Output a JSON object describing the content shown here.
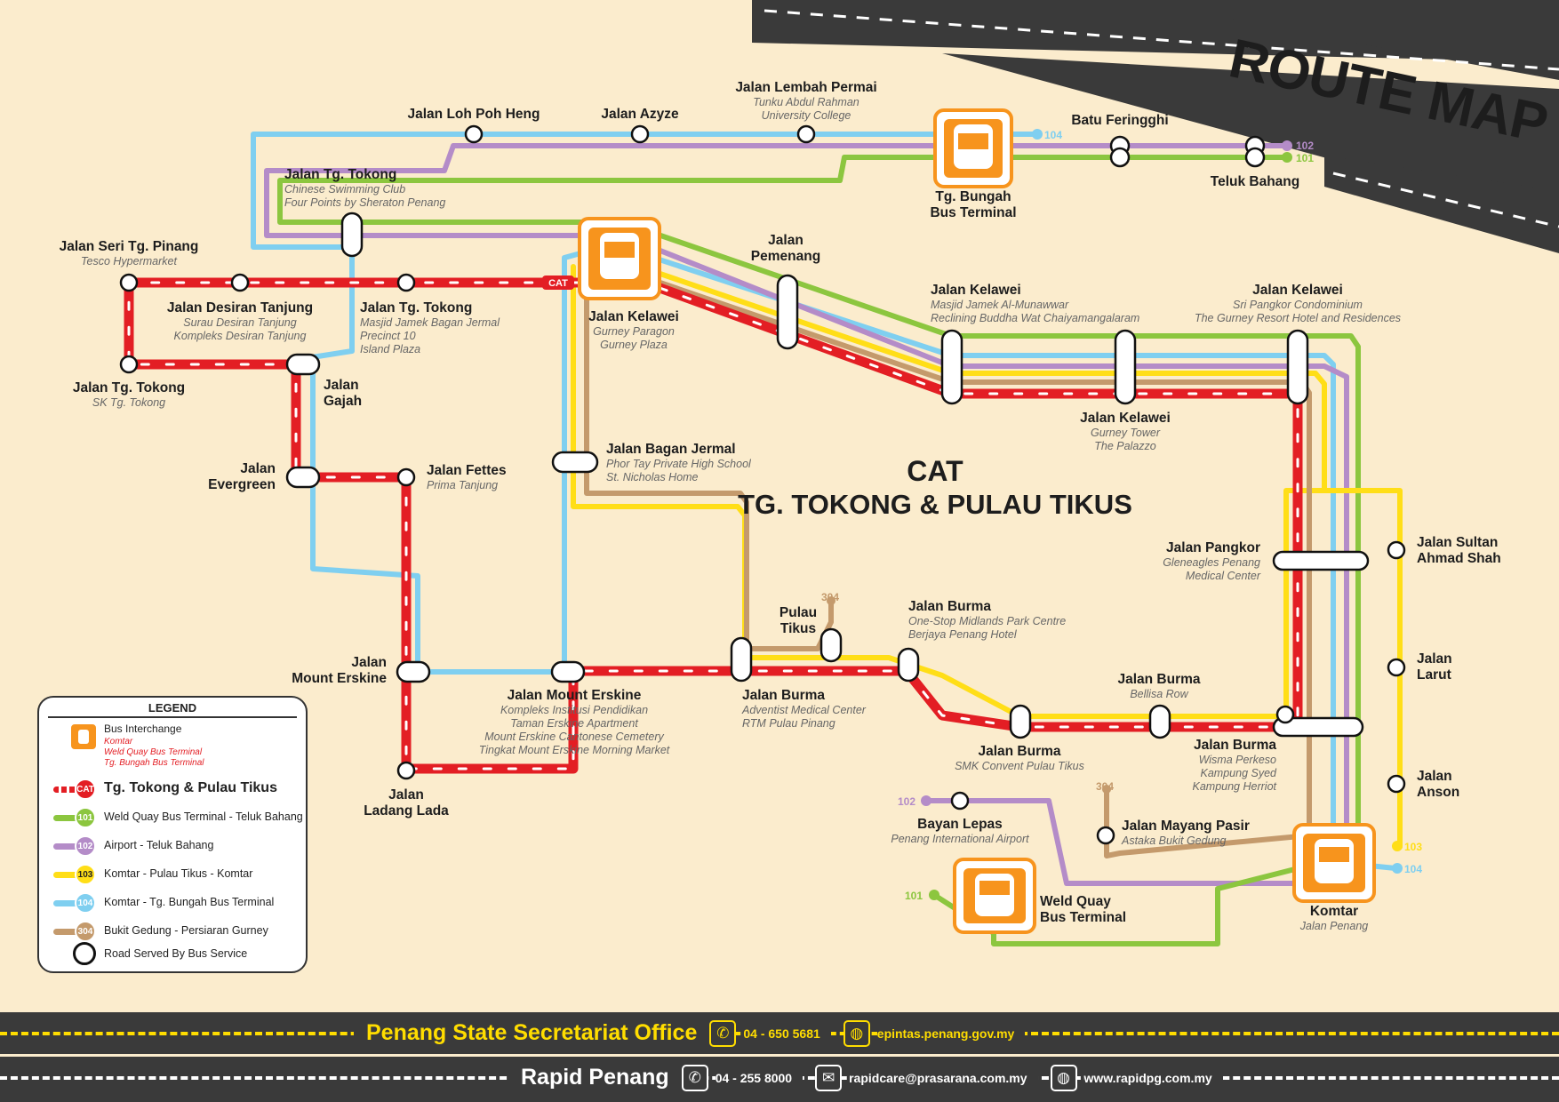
{
  "title": "ROUTE MAP",
  "center_title": {
    "line1": "CAT",
    "line2": "TG. TOKONG & PULAU TIKUS"
  },
  "colors": {
    "cat": "#e31e24",
    "r101": "#8cc63f",
    "r102": "#b48cc8",
    "r103": "#ffde17",
    "r104": "#7fcff0",
    "r304": "#c49a6c",
    "interchange": "#f7941d",
    "background": "#fbeccd",
    "road": "#3a3a3a"
  },
  "route_tags": {
    "r101": "101",
    "r102": "102",
    "r103": "103",
    "r104": "104",
    "r304": "304",
    "cat": "CAT"
  },
  "stops": {
    "loh_poh_heng": {
      "name": "Jalan Loh Poh Heng"
    },
    "azyze": {
      "name": "Jalan Azyze"
    },
    "lembah_permai": {
      "name": "Jalan Lembah Permai",
      "sub": [
        "Tunku Abdul Rahman",
        "University College"
      ]
    },
    "batu_feringghi": {
      "name": "Batu Feringghi"
    },
    "teluk_bahang": {
      "name": "Teluk Bahang"
    },
    "tg_bungah": {
      "name": [
        "Tg. Bungah",
        "Bus Terminal"
      ]
    },
    "tg_tokong_top": {
      "name": "Jalan Tg. Tokong",
      "sub": [
        "Chinese Swimming Club",
        "Four Points by Sheraton Penang"
      ]
    },
    "seri_tg_pinang": {
      "name": "Jalan Seri Tg. Pinang",
      "sub": [
        "Tesco Hypermarket"
      ]
    },
    "desiran_tanjung": {
      "name": "Jalan Desiran Tanjung",
      "sub": [
        "Surau Desiran Tanjung",
        "Kompleks Desiran Tanjung"
      ]
    },
    "tg_tokong_mid": {
      "name": "Jalan Tg. Tokong",
      "sub": [
        "Masjid Jamek Bagan Jermal",
        "Precinct 10",
        "Island Plaza"
      ]
    },
    "tg_tokong_left": {
      "name": "Jalan Tg. Tokong",
      "sub": [
        "SK Tg. Tokong"
      ]
    },
    "gajah": {
      "name": [
        "Jalan",
        "Gajah"
      ]
    },
    "evergreen": {
      "name": [
        "Jalan",
        "Evergreen"
      ]
    },
    "fettes": {
      "name": "Jalan Fettes",
      "sub": [
        "Prima Tanjung"
      ]
    },
    "mount_erskine": {
      "name": [
        "Jalan",
        "Mount Erskine"
      ]
    },
    "ladang_lada": {
      "name": [
        "Jalan",
        "Ladang Lada"
      ]
    },
    "kelawei_gurney": {
      "name": "Jalan Kelawei",
      "sub": [
        "Gurney Paragon",
        "Gurney Plaza"
      ]
    },
    "pemenang": {
      "name": [
        "Jalan",
        "Pemenang"
      ]
    },
    "kelawei_masjid": {
      "name": "Jalan Kelawei",
      "sub": [
        "Masjid Jamek Al-Munawwar",
        "Reclining Buddha Wat Chaiyamangalaram"
      ]
    },
    "kelawei_sri": {
      "name": "Jalan Kelawei",
      "sub": [
        "Sri Pangkor Condominium",
        "The Gurney Resort Hotel and Residences"
      ]
    },
    "kelawei_tower": {
      "name": "Jalan Kelawei",
      "sub": [
        "Gurney Tower",
        "The Palazzo"
      ]
    },
    "bagan_jermal": {
      "name": "Jalan Bagan Jermal",
      "sub": [
        "Phor Tay Private High School",
        "St. Nicholas Home"
      ]
    },
    "mount_erskine_south": {
      "name": "Jalan Mount Erskine",
      "sub": [
        "Kompleks Institusi Pendidikan",
        "Taman Erskine Apartment",
        "Mount Erskine Cantonese Cemetery",
        "Tingkat Mount Erskine Morning Market"
      ]
    },
    "pulau_tikus": {
      "name": [
        "Pulau",
        "Tikus"
      ]
    },
    "burma_adventist": {
      "name": "Jalan Burma",
      "sub": [
        "Adventist Medical Center",
        "RTM Pulau Pinang"
      ]
    },
    "burma_onestop": {
      "name": "Jalan Burma",
      "sub": [
        "One-Stop Midlands Park Centre",
        "Berjaya Penang Hotel"
      ]
    },
    "burma_smk": {
      "name": "Jalan Burma",
      "sub": [
        "SMK Convent Pulau Tikus"
      ]
    },
    "burma_bellisa": {
      "name": "Jalan Burma",
      "sub": [
        "Bellisa Row"
      ]
    },
    "burma_wisma": {
      "name": "Jalan Burma",
      "sub": [
        "Wisma Perkeso",
        "Kampung Syed",
        "Kampung Herriot"
      ]
    },
    "pangkor": {
      "name": "Jalan Pangkor",
      "sub": [
        "Gleneagles Penang",
        "Medical Center"
      ]
    },
    "sultan_ahmad_shah": {
      "name": [
        "Jalan Sultan",
        "Ahmad Shah"
      ]
    },
    "larut": {
      "name": [
        "Jalan",
        "Larut"
      ]
    },
    "anson": {
      "name": [
        "Jalan",
        "Anson"
      ]
    },
    "bayan_lepas": {
      "name": "Bayan Lepas",
      "sub": [
        "Penang International Airport"
      ]
    },
    "mayang_pasir": {
      "name": "Jalan Mayang Pasir",
      "sub": [
        "Astaka Bukit Gedung"
      ]
    },
    "weld_quay": {
      "name": [
        "Weld Quay",
        "Bus Terminal"
      ]
    },
    "komtar": {
      "name": "Komtar",
      "sub": [
        "Jalan Penang"
      ]
    }
  },
  "legend": {
    "heading": "LEGEND",
    "interchange_label": "Bus Interchange",
    "interchange_places": [
      "Komtar",
      "Weld Quay Bus Terminal",
      "Tg. Bungah Bus Terminal"
    ],
    "routes": [
      {
        "code": "CAT",
        "label": "Tg. Tokong & Pulau Tikus",
        "color": "#e31e24"
      },
      {
        "code": "101",
        "label": "Weld Quay Bus Terminal - Teluk Bahang",
        "color": "#8cc63f"
      },
      {
        "code": "102",
        "label": "Airport - Teluk Bahang",
        "color": "#b48cc8"
      },
      {
        "code": "103",
        "label": "Komtar - Pulau Tikus - Komtar",
        "color": "#ffde17"
      },
      {
        "code": "104",
        "label": "Komtar - Tg. Bungah Bus Terminal",
        "color": "#7fcff0"
      },
      {
        "code": "304",
        "label": "Bukit Gedung - Persiaran Gurney",
        "color": "#c49a6c"
      }
    ],
    "road_label": "Road Served By Bus Service"
  },
  "footer": {
    "line1": {
      "org": "Penang State Secretariat Office",
      "phone": "04 - 650 5681",
      "web": "epintas.penang.gov.my"
    },
    "line2": {
      "org": "Rapid Penang",
      "phone": "04 - 255 8000",
      "email": "rapidcare@prasarana.com.my",
      "web": "www.rapidpg.com.my"
    }
  }
}
